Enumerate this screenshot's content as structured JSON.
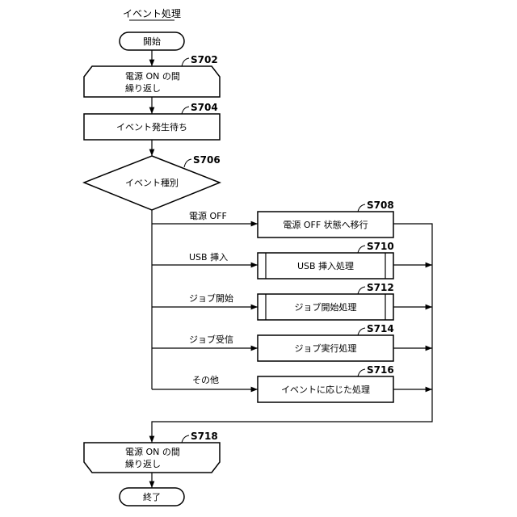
{
  "diagram": {
    "title": "イベント処理",
    "start": "開始",
    "loop_start": {
      "line1": "電源 ON の間",
      "line2": "繰り返し",
      "step": "S702"
    },
    "wait": {
      "label": "イベント発生待ち",
      "step": "S704"
    },
    "decision": {
      "label": "イベント種別",
      "step": "S706"
    },
    "branches": [
      {
        "condition": "電源 OFF",
        "process": "電源 OFF 状態へ移行",
        "step": "S708"
      },
      {
        "condition": "USB 挿入",
        "process": "USB 挿入処理",
        "step": "S710"
      },
      {
        "condition": "ジョブ開始",
        "process": "ジョブ開始処理",
        "step": "S712"
      },
      {
        "condition": "ジョブ受信",
        "process": "ジョブ実行処理",
        "step": "S714"
      },
      {
        "condition": "その他",
        "process": "イベントに応じた処理",
        "step": "S716"
      }
    ],
    "loop_end": {
      "line1": "電源 ON の間",
      "line2": "繰り返し",
      "step": "S718"
    },
    "end": "終了"
  }
}
